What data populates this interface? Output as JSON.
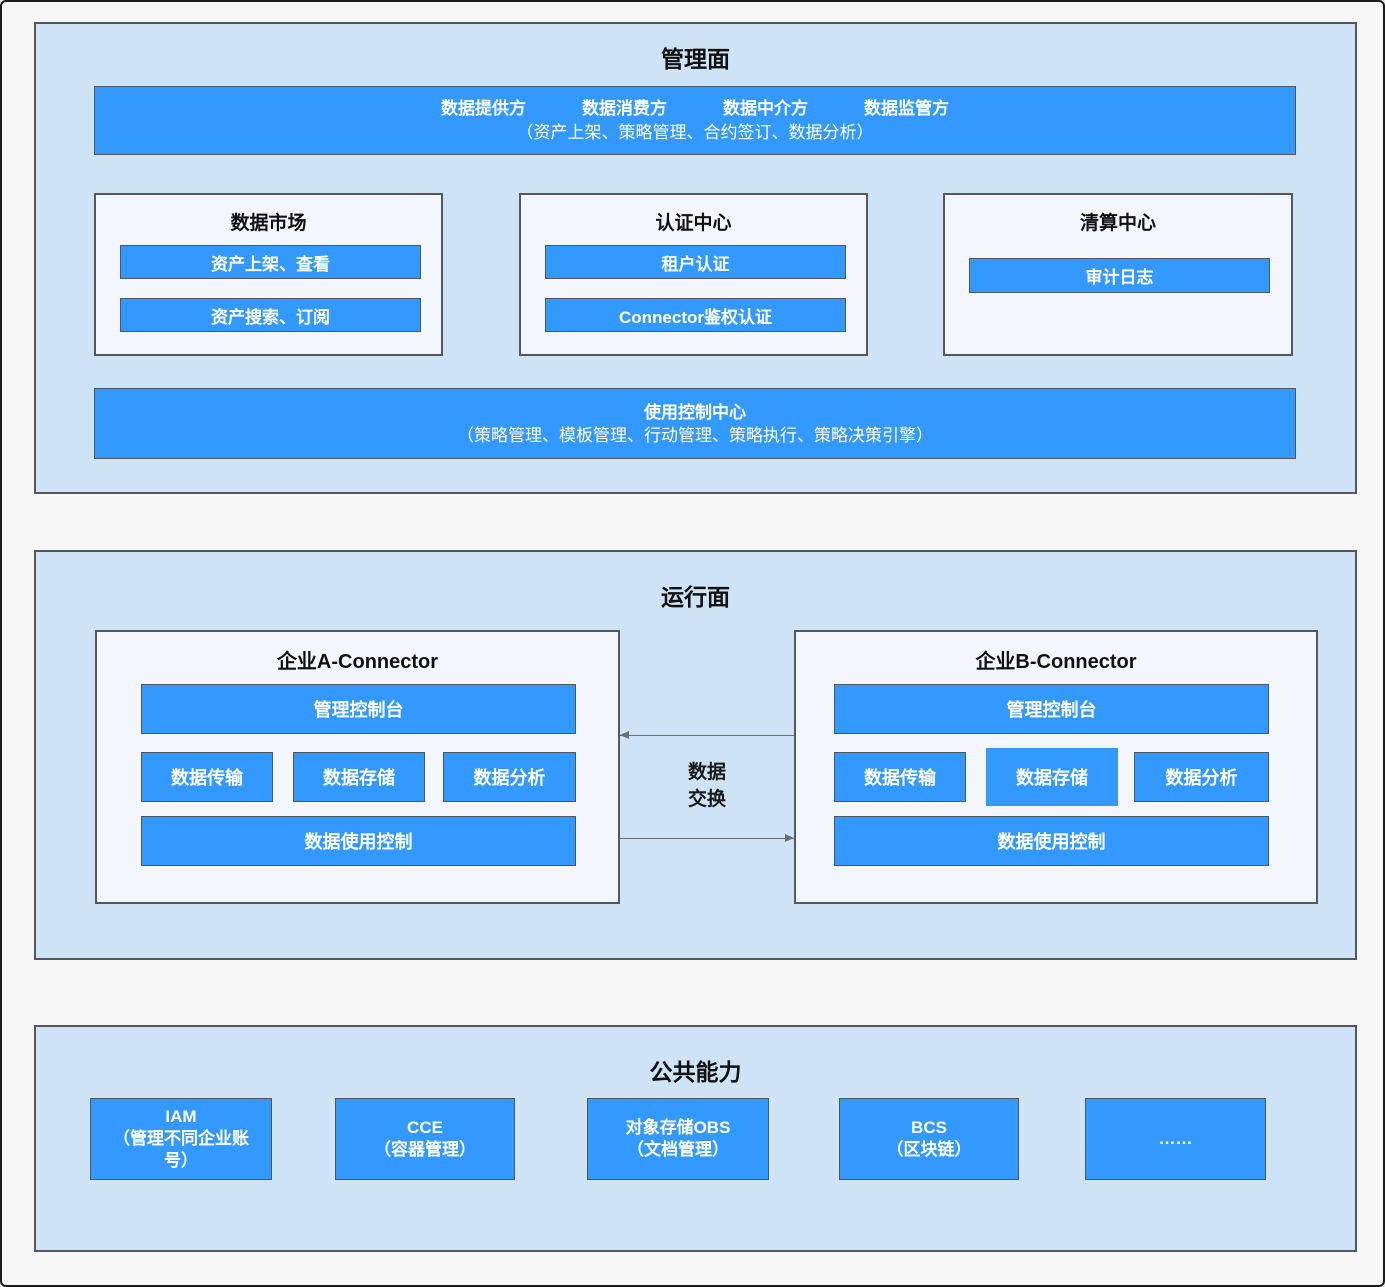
{
  "colors": {
    "accent_blue": "#3399FE",
    "section_light_blue": "#CFE3F7",
    "panel_white": "#F3F7FD",
    "border_gray": "#54575B"
  },
  "management_plane": {
    "title": "管理面",
    "roles_bar": {
      "roles": [
        "数据提供方",
        "数据消费方",
        "数据中介方",
        "数据监管方"
      ],
      "subtitle": "（资产上架、策略管理、合约签订、数据分析）"
    },
    "centers": [
      {
        "title": "数据市场",
        "items": [
          "资产上架、查看",
          "资产搜索、订阅"
        ]
      },
      {
        "title": "认证中心",
        "items": [
          "租户认证",
          "Connector鉴权认证"
        ]
      },
      {
        "title": "清算中心",
        "items": [
          "审计日志"
        ]
      }
    ],
    "usage_control": {
      "title": "使用控制中心",
      "subtitle": "（策略管理、模板管理、行动管理、策略执行、策略决策引擎）"
    }
  },
  "runtime_plane": {
    "title": "运行面",
    "connectors": [
      {
        "title": "企业A-Connector",
        "console": "管理控制台",
        "modules": [
          "数据传输",
          "数据存储",
          "数据分析"
        ],
        "usage_control": "数据使用控制"
      },
      {
        "title": "企业B-Connector",
        "console": "管理控制台",
        "modules": [
          "数据传输",
          "数据存储",
          "数据分析"
        ],
        "usage_control": "数据使用控制"
      }
    ],
    "exchange": {
      "line1": "数据",
      "line2": "交换"
    }
  },
  "common_capabilities": {
    "title": "公共能力",
    "services": [
      {
        "name": "IAM",
        "desc": "（管理不同企业账号）"
      },
      {
        "name": "CCE",
        "desc": "（容器管理）"
      },
      {
        "name": "对象存储OBS",
        "desc": "（文档管理）"
      },
      {
        "name": "BCS",
        "desc": "（区块链）"
      },
      {
        "name": "……",
        "desc": ""
      }
    ]
  }
}
